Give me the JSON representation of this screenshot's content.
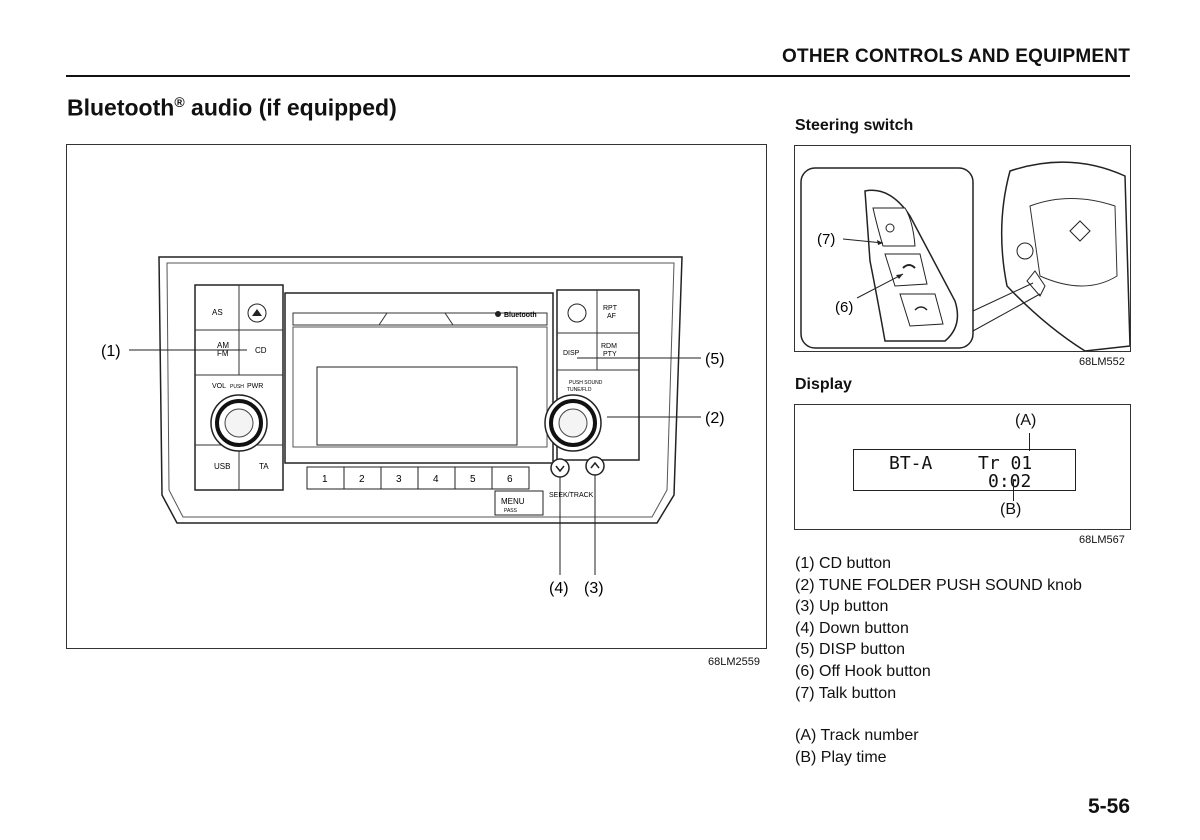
{
  "header": {
    "section": "OTHER CONTROLS AND EQUIPMENT"
  },
  "title": {
    "main": "Bluetooth",
    "sup": "®",
    "rest": " audio (if equipped)"
  },
  "main_figure": {
    "code": "68LM2559",
    "callouts": {
      "c1": "(1)",
      "c2": "(2)",
      "c3": "(3)",
      "c4": "(4)",
      "c5": "(5)"
    },
    "buttons": {
      "as": "AS",
      "am": "AM",
      "fm": "FM",
      "cd": "CD",
      "vol": "VOL",
      "push": "PUSH",
      "pwr": "PWR",
      "usb": "USB",
      "ta": "TA",
      "bluetooth": "Bluetooth",
      "rpt": "RPT",
      "af": "AF",
      "disp": "DISP",
      "rdm": "RDM",
      "pty": "PTY",
      "push_sound": "PUSH SOUND",
      "tune_fld": "TUNE/FLD",
      "menu": "MENU",
      "pass": "PASS",
      "seek_track": "SEEK/TRACK",
      "presets": [
        "1",
        "2",
        "3",
        "4",
        "5",
        "6"
      ]
    }
  },
  "steering": {
    "heading": "Steering switch",
    "code": "68LM552",
    "c7": "(7)",
    "c6": "(6)"
  },
  "display": {
    "heading": "Display",
    "code": "68LM567",
    "lcd_left": "BT-A",
    "lcd_track": "Tr 01",
    "lcd_time": "0:02",
    "label_a": "(A)",
    "label_b": "(B)"
  },
  "legend": [
    "(1) CD button",
    "(2) TUNE FOLDER PUSH SOUND knob",
    "(3) Up button",
    "(4) Down button",
    "(5) DISP button",
    "(6) Off Hook button",
    "(7) Talk button"
  ],
  "legend2": [
    "(A) Track number",
    "(B) Play time"
  ],
  "page_number": "5-56"
}
